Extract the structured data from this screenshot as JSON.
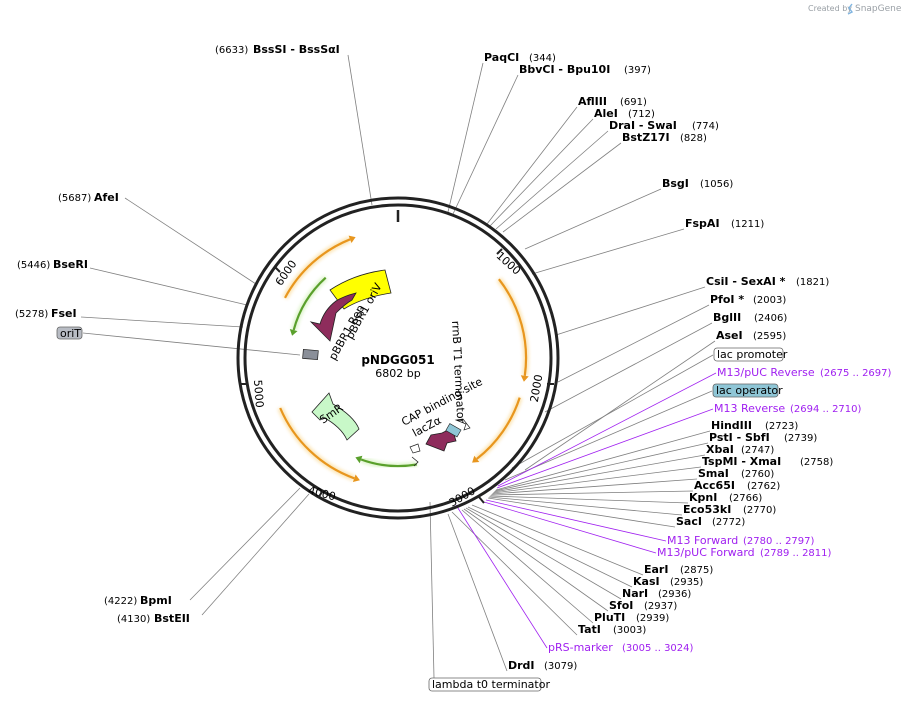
{
  "credit": {
    "prefix": "Created by",
    "brand": "SnapGene"
  },
  "plasmid": {
    "name": "pNDGG051",
    "size": "6802 bp"
  },
  "ticks": [
    "1000",
    "2000",
    "3000",
    "4000",
    "5000",
    "6000"
  ],
  "enzymes": [
    {
      "name": "BssSI",
      "alt": " - BssSαI",
      "pos": "(6633)"
    },
    {
      "name": "PaqCI",
      "alt": "",
      "pos": "(344)"
    },
    {
      "name": "BbvCI",
      "alt": " - Bpu10I",
      "pos": "(397)"
    },
    {
      "name": "AflIII",
      "alt": "",
      "pos": "(691)"
    },
    {
      "name": "AleI",
      "alt": "",
      "pos": "(712)"
    },
    {
      "name": "DraI",
      "alt": " - SwaI",
      "pos": "(774)"
    },
    {
      "name": "BstZ17I",
      "alt": "",
      "pos": "(828)"
    },
    {
      "name": "BsgI",
      "alt": "",
      "pos": "(1056)"
    },
    {
      "name": "FspAI",
      "alt": "",
      "pos": "(1211)"
    },
    {
      "name": "CsiI",
      "alt": " - SexAI *",
      "pos": "(1821)"
    },
    {
      "name": "PfoI *",
      "alt": "",
      "pos": "(2003)"
    },
    {
      "name": "BglII",
      "alt": "",
      "pos": "(2406)"
    },
    {
      "name": "AseI",
      "alt": "",
      "pos": "(2595)"
    },
    {
      "name": "HindIII",
      "alt": "",
      "pos": "(2723)"
    },
    {
      "name": "PstI",
      "alt": " - SbfI",
      "pos": "(2739)"
    },
    {
      "name": "XbaI",
      "alt": "",
      "pos": "(2747)"
    },
    {
      "name": "TspMI",
      "alt": " - XmaI",
      "pos": "(2758)"
    },
    {
      "name": "SmaI",
      "alt": "",
      "pos": "(2760)"
    },
    {
      "name": "Acc65I",
      "alt": "",
      "pos": "(2762)"
    },
    {
      "name": "KpnI",
      "alt": "",
      "pos": "(2766)"
    },
    {
      "name": "Eco53kI",
      "alt": "",
      "pos": "(2770)"
    },
    {
      "name": "SacI",
      "alt": "",
      "pos": "(2772)"
    },
    {
      "name": "EarI",
      "alt": "",
      "pos": "(2875)"
    },
    {
      "name": "KasI",
      "alt": "",
      "pos": "(2935)"
    },
    {
      "name": "NarI",
      "alt": "",
      "pos": "(2936)"
    },
    {
      "name": "SfoI",
      "alt": "",
      "pos": "(2937)"
    },
    {
      "name": "PluTI",
      "alt": "",
      "pos": "(2939)"
    },
    {
      "name": "TatI",
      "alt": "",
      "pos": "(3003)"
    },
    {
      "name": "DrdI",
      "alt": "",
      "pos": "(3079)"
    },
    {
      "name": "BpmI",
      "alt": "",
      "pos": "(4222)"
    },
    {
      "name": "BstEII",
      "alt": "",
      "pos": "(4130)"
    },
    {
      "name": "AfeI",
      "alt": "",
      "pos": "(5687)"
    },
    {
      "name": "BseRI",
      "alt": "",
      "pos": "(5446)"
    },
    {
      "name": "FseI",
      "alt": "",
      "pos": "(5278)"
    }
  ],
  "primers": [
    {
      "name": "M13/pUC Reverse",
      "range": "(2675 .. 2697)"
    },
    {
      "name": "M13 Reverse",
      "range": "(2694 .. 2710)"
    },
    {
      "name": "M13 Forward",
      "range": "(2780 .. 2797)"
    },
    {
      "name": "M13/pUC Forward",
      "range": "(2789 .. 2811)"
    },
    {
      "name": "pRS-marker",
      "range": "(3005 .. 3024)"
    }
  ],
  "boxed_features": {
    "lac_promoter": "lac promoter",
    "lac_operator": "lac operator",
    "lambda_t0": "lambda t0 terminator",
    "oriT": "oriT"
  },
  "features": {
    "pbbr1_rep": "pBBR1 Rep",
    "pbbr1_oriv": "pBBR1 oriV",
    "rrnb": "rrnB T1 terminator",
    "cap": "CAP binding site",
    "lacz": "lacZα",
    "smr": "SmR"
  },
  "colors": {
    "backbone": "#222222",
    "primer": "#a020f0",
    "rep_arrow": "#8e2c5c",
    "oriv_box": "#ffff00",
    "smr_arrow": "#c8f8c8",
    "orange_arrow": "#e8961e",
    "green_arrow": "#5aa02c",
    "lac_operator_fill": "#8fc6d6"
  }
}
